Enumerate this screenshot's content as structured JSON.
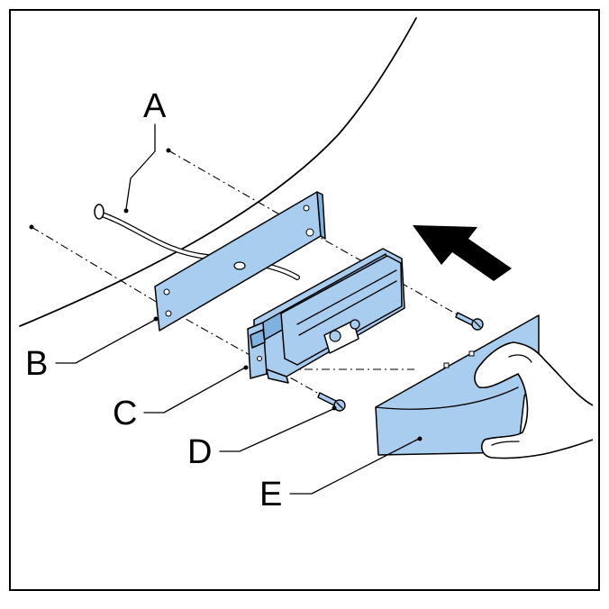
{
  "diagram": {
    "colors": {
      "part_fill": "#a8cdef",
      "part_fill_dark": "#7fb2de",
      "line": "#000000",
      "background": "#ffffff"
    },
    "callouts": [
      {
        "id": "A",
        "label": "A",
        "part": "cable"
      },
      {
        "id": "B",
        "label": "B",
        "part": "mounting-plate"
      },
      {
        "id": "C",
        "label": "C",
        "part": "handle-module"
      },
      {
        "id": "D",
        "label": "D",
        "part": "screw"
      },
      {
        "id": "E",
        "label": "E",
        "part": "cover-panel"
      }
    ],
    "arrow_icon": "direction-arrow-icon",
    "hand_icon": "hand-icon"
  }
}
